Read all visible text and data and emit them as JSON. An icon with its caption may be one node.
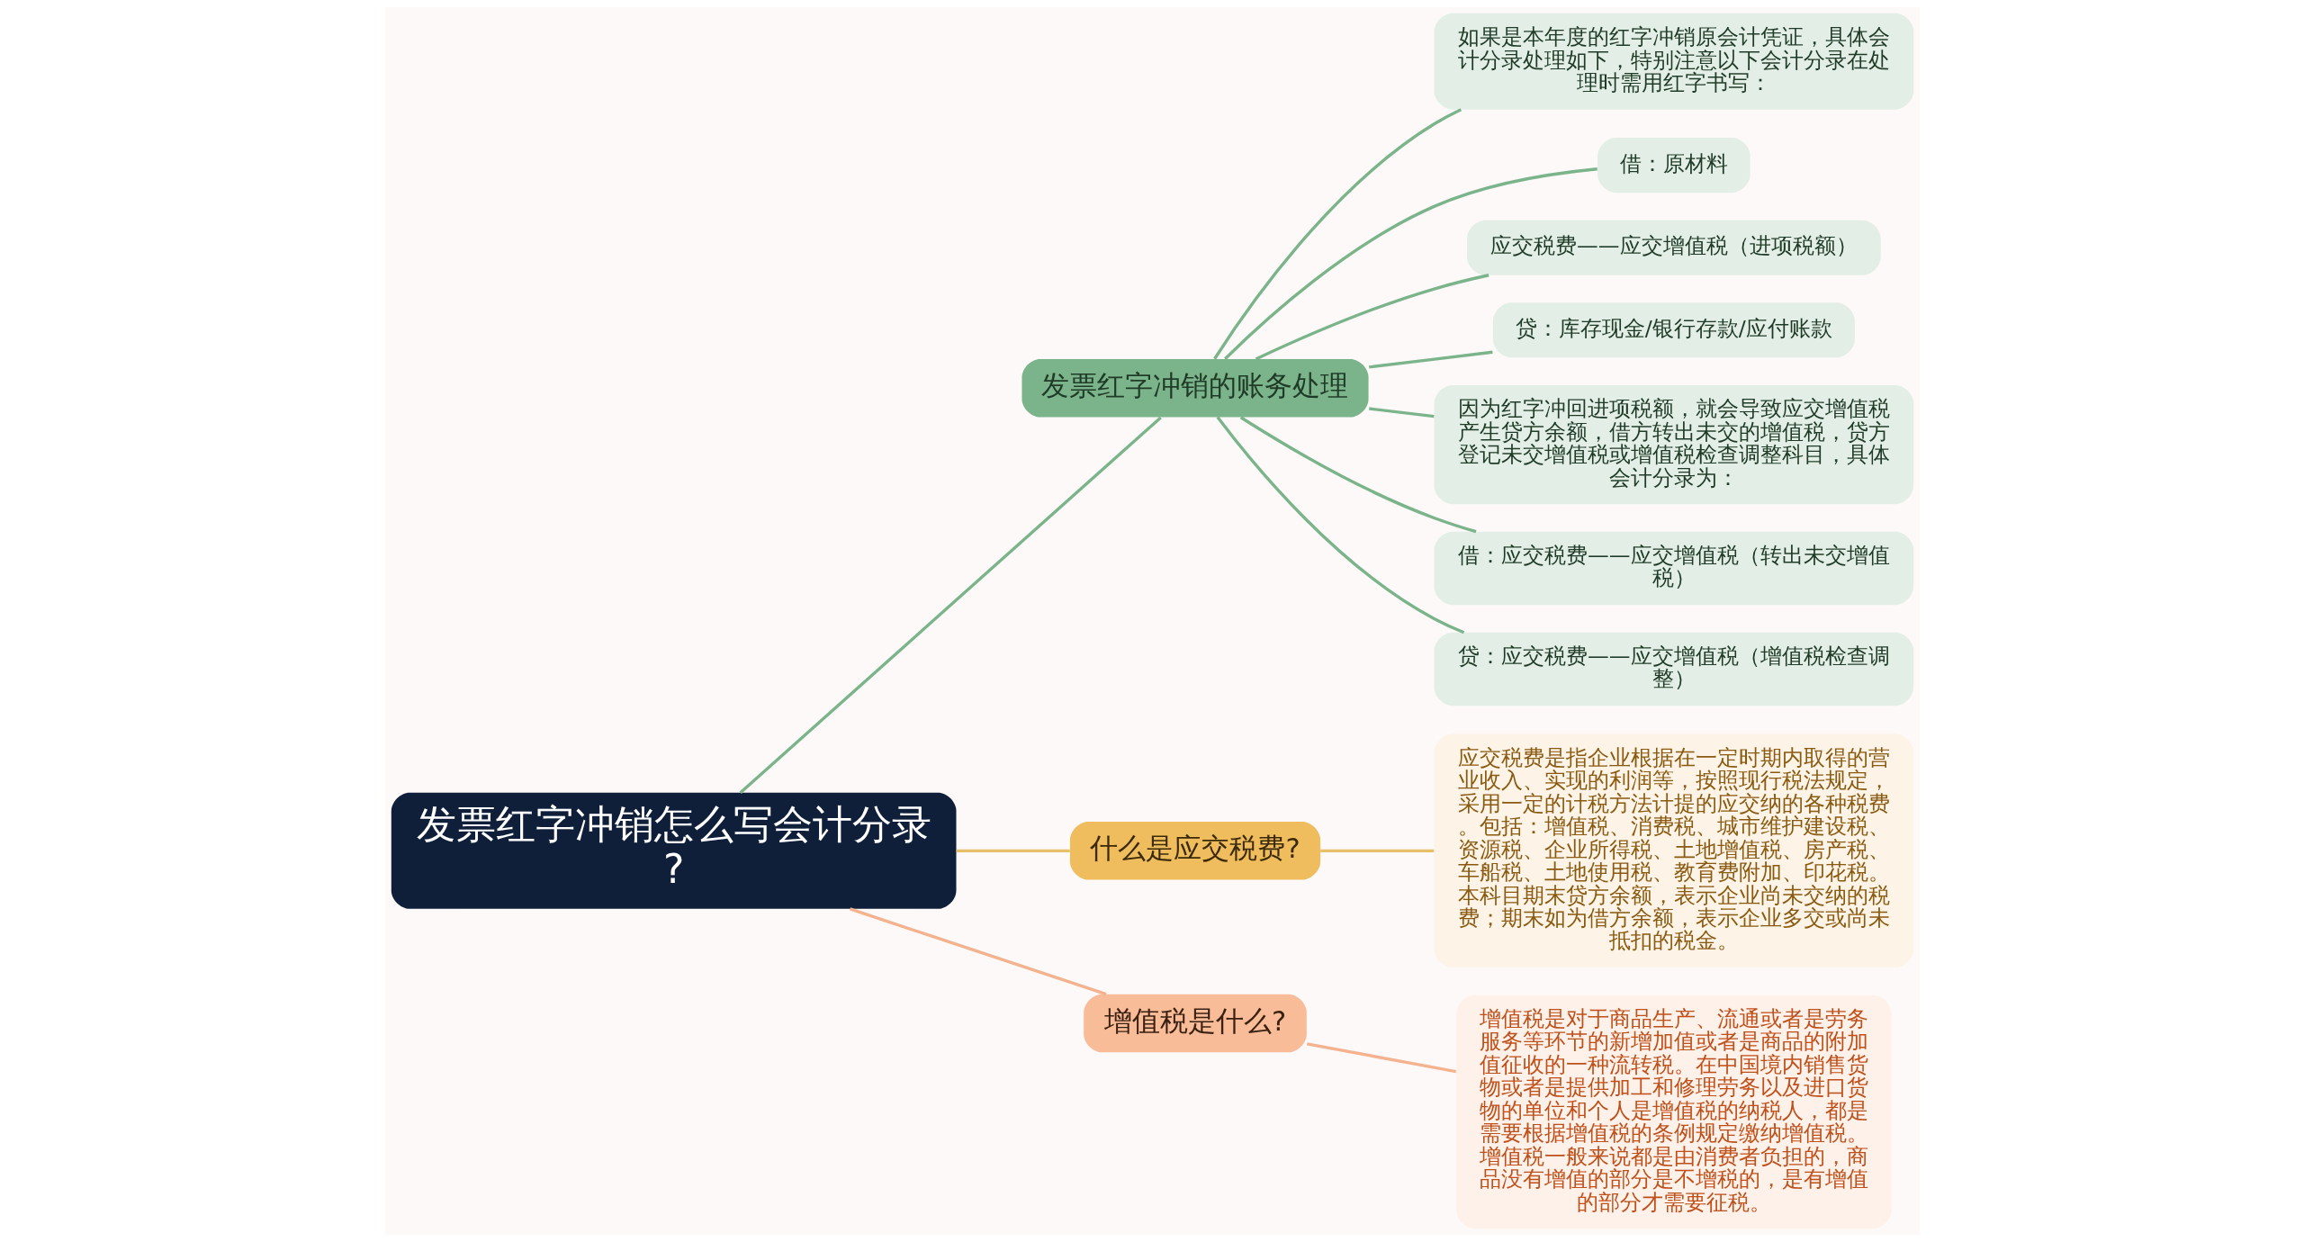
{
  "diagram": {
    "nodes": [
      {
        "text": [
          "发票红字冲销怎么写会计分录?"
        ]
      },
      {
        "text": [
          "发票红字冲销的账务处理"
        ]
      },
      {
        "text": [
          "如果是本年度的红字冲销原会计凭证，具体会计分录处理如下，特别注意以下会计分录在处理时需用红字书写："
        ]
      },
      {
        "text": [
          "借：原材料"
        ]
      },
      {
        "text": [
          "应交税费——应交增值税（进项税额）"
        ]
      },
      {
        "text": [
          "贷：库存现金/银行存款/应付账款"
        ]
      },
      {
        "text": [
          "因为红字冲回进项税额，就会导致应交增值税产生贷方余额，借方转出未交的增值税，贷方登记未交增值税或增值税检查调整科目，具体会计分录为："
        ]
      },
      {
        "text": [
          "借：应交税费——应交增值税（转出未交增值税）"
        ]
      },
      {
        "text": [
          "贷：应交税费——应交增值税（增值税检查调整）"
        ]
      },
      {
        "text": [
          "什么是应交税费?"
        ]
      },
      {
        "text": [
          "应交税费是指企业根据在一定时期内取得的营业收入、实现的利润等，按照现行税法规定，采用一定的计税方法计提的应交纳的各种税费。包括：增值税、消费税、城市维护建设税、资源税、企业所得税、土地增值税、房产税、车船税、土地使用税、教育费附加、印花税。本科目期末贷方余额，表示企业尚未交纳的税费；期末如为借方余额，表示企业多交或尚未抵扣的税金。"
        ]
      },
      {
        "text": [
          "增值税是什么?"
        ]
      },
      {
        "text": [
          "增值税是对于商品生产、流通或者是劳务服务等环节的新增加值或者是商品的附加值征收的一种流转税。在中国境内销售货物或者是提供加工和修理劳务以及进口货物的单位和个人是增值税的纳税人，都是需要根据增值税的条例规定缴纳增值税。增值税一般来说都是由消费者负担的，商品没有增值的部分是不增税的，是有增值的部分才需要征税。"
        ]
      }
    ],
    "edges": [
      {
        "from": 0,
        "to": 1,
        "arrow": "none"
      },
      {
        "from": 1,
        "to": 2,
        "arrow": "none"
      },
      {
        "from": 1,
        "to": 3,
        "arrow": "none"
      },
      {
        "from": 1,
        "to": 4,
        "arrow": "none"
      },
      {
        "from": 1,
        "to": 5,
        "arrow": "none"
      },
      {
        "from": 1,
        "to": 6,
        "arrow": "none"
      },
      {
        "from": 1,
        "to": 7,
        "arrow": "none"
      },
      {
        "from": 1,
        "to": 8,
        "arrow": "none"
      },
      {
        "from": 0,
        "to": 9,
        "arrow": "none",
        "color": "#e8c06a"
      },
      {
        "from": 9,
        "to": 10,
        "arrow": "none",
        "color": "#e8c06a"
      },
      {
        "from": 0,
        "to": 11,
        "arrow": "none",
        "color": "#f5b28f"
      },
      {
        "from": 11,
        "to": 12,
        "arrow": "none",
        "color": "#f5b28f"
      }
    ]
  }
}
